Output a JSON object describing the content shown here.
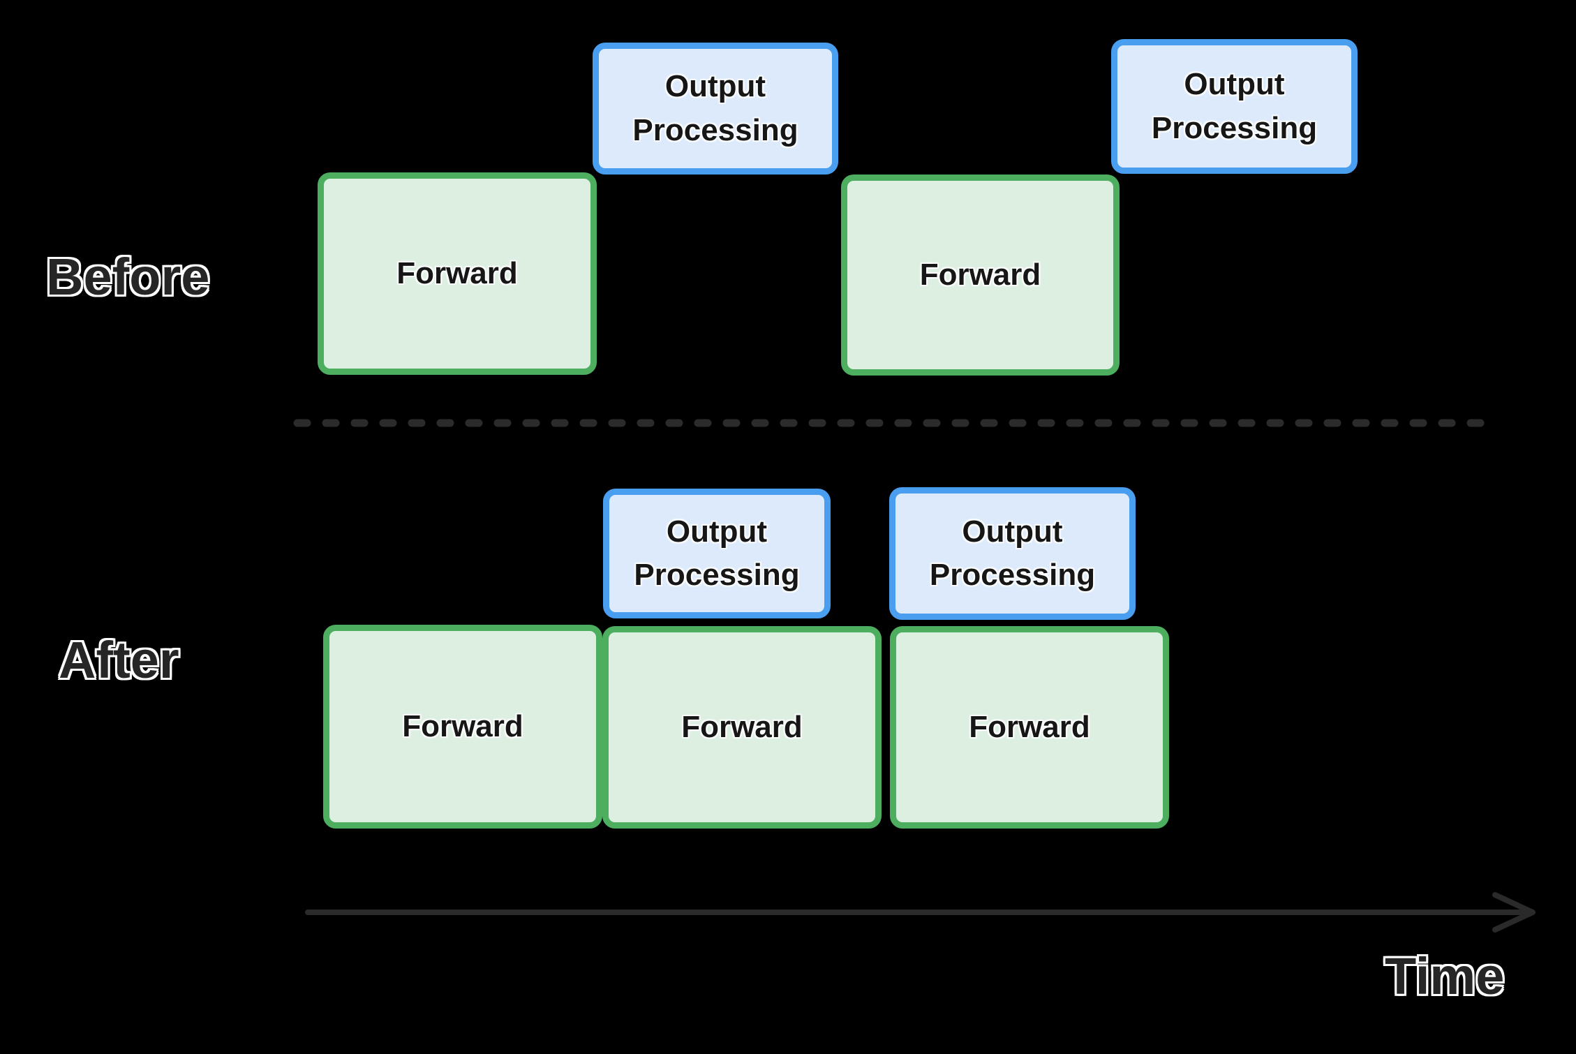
{
  "sections": {
    "before": {
      "label": "Before",
      "blocks": [
        {
          "kind": "forward",
          "label": "Forward"
        },
        {
          "kind": "output_processing",
          "label": "Output Processing"
        },
        {
          "kind": "forward",
          "label": "Forward"
        },
        {
          "kind": "output_processing",
          "label": "Output Processing"
        }
      ]
    },
    "after": {
      "label": "After",
      "blocks": [
        {
          "kind": "output_processing",
          "label": "Output Processing"
        },
        {
          "kind": "output_processing",
          "label": "Output Processing"
        },
        {
          "kind": "forward",
          "label": "Forward"
        },
        {
          "kind": "forward",
          "label": "Forward"
        },
        {
          "kind": "forward",
          "label": "Forward"
        }
      ]
    }
  },
  "timeline": {
    "label": "Time"
  },
  "colors": {
    "background": "#000000",
    "forward_fill": "#dcefe1",
    "forward_border": "#4cae5e",
    "output_fill": "#dceafb",
    "output_border": "#4a9ef0",
    "divider_dash": "#2b2b2b",
    "time_arrow": "#2a2a2a",
    "box_text": "#161616",
    "label_text": "#262626",
    "label_outline": "#ffffff"
  }
}
